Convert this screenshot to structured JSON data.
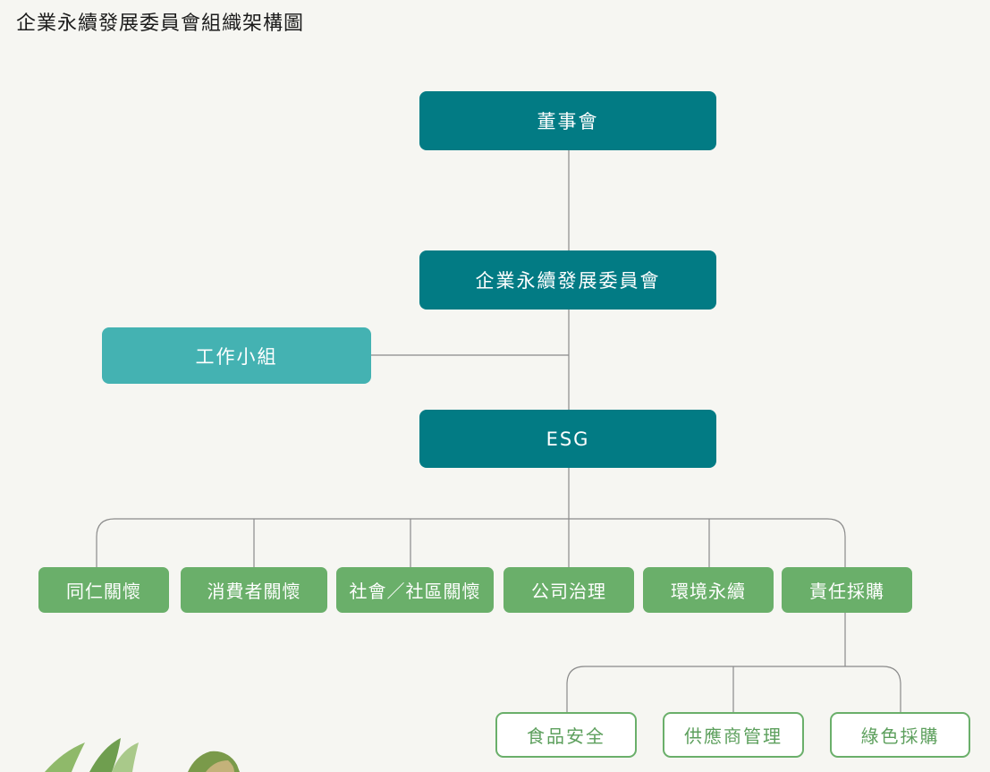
{
  "title": "企業永續發展委員會組織架構圖",
  "nodes": {
    "board": "董事會",
    "committee": "企業永續發展委員會",
    "working_group": "工作小組",
    "esg": "ESG",
    "employee_care": "同仁關懷",
    "consumer_care": "消費者關懷",
    "community_care": "社會／社區關懷",
    "governance": "公司治理",
    "environment": "環境永續",
    "responsible_procurement": "責任採購",
    "food_safety": "食品安全",
    "supplier_management": "供應商管理",
    "green_procurement": "綠色採購"
  },
  "colors": {
    "primary": "#027b84",
    "secondary": "#44b2b2",
    "category": "#6aaf6a",
    "line": "#8a8a8a"
  }
}
